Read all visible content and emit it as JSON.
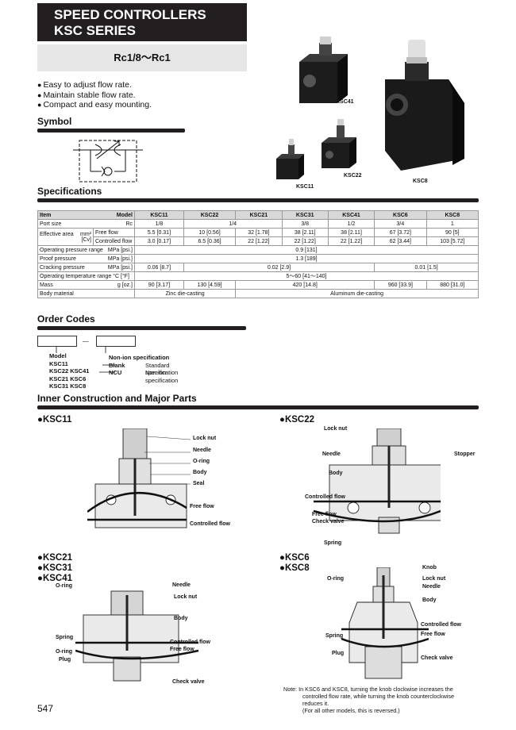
{
  "header": {
    "title_line1": "SPEED CONTROLLERS",
    "title_line2": "KSC SERIES",
    "subtitle": "Rc1/8～Rc1"
  },
  "features": [
    "Easy to adjust flow rate.",
    "Maintain stable flow rate.",
    "Compact and easy mounting."
  ],
  "sections": {
    "symbol": "Symbol",
    "specifications": "Specifications",
    "order_codes": "Order Codes",
    "inner": "Inner Construction and Major Parts"
  },
  "products": {
    "ksc41": "KSC41",
    "ksc22": "KSC22",
    "ksc11": "KSC11",
    "ksc8": "KSC8"
  },
  "spec_table": {
    "item": "Item",
    "model": "Model",
    "models": [
      "KSC11",
      "KSC22",
      "KSC21",
      "KSC31",
      "KSC41",
      "KSC6",
      "KSC8"
    ],
    "port_size": "Port size",
    "rc": "Rc",
    "port_values": [
      "1/8",
      "1/4",
      "3/8",
      "1/2",
      "3/4",
      "1"
    ],
    "effective_area": "Effective area",
    "units_mm": "mm²",
    "units_cv": "[Cv]",
    "free_flow": "Free flow",
    "controlled_flow": "Controlled flow",
    "free_values": [
      "5.5 [0.31]",
      "10 [0.56]",
      "32 [1.78]",
      "38 [2.11]",
      "38 [2.11]",
      "67 [3.72]",
      "90 [5]"
    ],
    "controlled_values": [
      "3.0 [0.17]",
      "6.5 [0.36]",
      "22 [1.22]",
      "22 [1.22]",
      "22 [1.22]",
      "62 [3.44]",
      "103 [5.72]"
    ],
    "op_pressure": "Operating pressure range",
    "mpa_psi": "MPa [psi.]",
    "op_pressure_val": "0.9 [131]",
    "proof_pressure": "Proof pressure",
    "proof_val": "1.3 [189]",
    "cracking": "Cracking pressure",
    "cracking_vals": [
      "0.06 [8.7]",
      "0.02 [2.9]",
      "0.01 [1.5]"
    ],
    "op_temp": "Operating temperature range °C [°F]",
    "op_temp_val": "5～60 [41～140]",
    "mass": "Mass",
    "g_oz": "g [oz.]",
    "mass_vals": [
      "90 [3.17]",
      "130 [4.59]",
      "420 [14.8]",
      "960 [33.9]",
      "880 [31.0]"
    ],
    "body_material": "Body material",
    "materials": [
      "Zinc die-casting",
      "Aluminum die-casting"
    ]
  },
  "order_codes": {
    "dash": "—",
    "model_label": "Model",
    "models": [
      "KSC11",
      "KSC22  KSC41",
      "KSC21  KSC6",
      "KSC31  KSC8"
    ],
    "spec_label": "Non-ion specification",
    "blank_code": "Blank",
    "blank_desc": "Standard specification",
    "ncu_code": "NCU",
    "ncu_desc": "Non-ion specification"
  },
  "diagrams": {
    "ksc11": {
      "title": "●KSC11",
      "lock_nut": "Lock nut",
      "needle": "Needle",
      "oring": "O-ring",
      "body": "Body",
      "seal": "Seal",
      "free_flow": "Free flow",
      "controlled_flow": "Controlled flow"
    },
    "ksc22": {
      "title": "●KSC22",
      "lock_nut": "Lock nut",
      "needle": "Needle",
      "stopper": "Stopper",
      "body": "Body",
      "controlled_flow": "Controlled flow",
      "free_flow": "Free flow",
      "check_valve": "Check valve",
      "spring": "Spring"
    },
    "ksc21": {
      "title1": "●KSC21",
      "title2": "●KSC31",
      "title3": "●KSC41",
      "oring": "O-ring",
      "needle": "Needle",
      "lock_nut": "Lock nut",
      "body": "Body",
      "spring": "Spring",
      "oring2": "O-ring",
      "plug": "Plug",
      "controlled_flow": "Controlled flow",
      "free_flow": "Free flow",
      "check_valve": "Check valve"
    },
    "ksc6": {
      "title1": "●KSC6",
      "title2": "●KSC8",
      "oring": "O-ring",
      "knob": "Knob",
      "lock_nut": "Lock nut",
      "needle": "Needle",
      "body": "Body",
      "controlled_flow": "Controlled flow",
      "free_flow": "Free flow",
      "spring": "Spring",
      "plug": "Plug",
      "check_valve": "Check valve"
    }
  },
  "note": {
    "line1": "Note: In KSC6 and KSC8, turning the knob clockwise increases the",
    "line2": "controlled flow rate, while turning the knob counterclockwise",
    "line3": "reduces it.",
    "line4": "(For all other models, this is reversed.)"
  },
  "page_number": "547"
}
